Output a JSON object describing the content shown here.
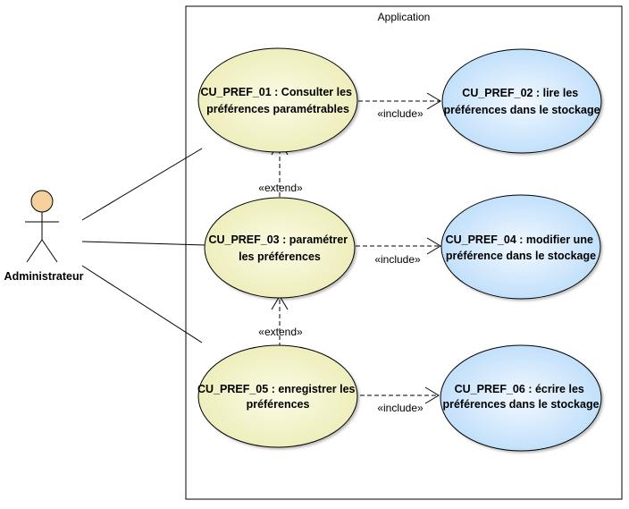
{
  "system": {
    "title": "Application"
  },
  "actor": {
    "name": "Administrateur"
  },
  "use_cases": [
    {
      "id": "uc01",
      "lines": [
        "CU_PREF_01 : Consulter les",
        "préférences paramétrables"
      ]
    },
    {
      "id": "uc02",
      "lines": [
        "CU_PREF_02 : lire les",
        "préférences dans le stockage"
      ]
    },
    {
      "id": "uc03",
      "lines": [
        "CU_PREF_03 : paramétrer",
        "les préférences"
      ]
    },
    {
      "id": "uc04",
      "lines": [
        "CU_PREF_04 : modifier une",
        "préférence dans le stockage"
      ]
    },
    {
      "id": "uc05",
      "lines": [
        "CU_PREF_05 : enregistrer les",
        "préférences"
      ]
    },
    {
      "id": "uc06",
      "lines": [
        "CU_PREF_06 : écrire les",
        "préférences dans le stockage"
      ]
    }
  ],
  "relations": {
    "include_label": "«include»",
    "extend_label": "«extend»"
  },
  "colors": {
    "yellow_fill_light": "#fbfbe6",
    "yellow_fill_dark": "#ecebb4",
    "blue_fill_light": "#f2f8ff",
    "blue_fill_dark": "#b8dbfa",
    "actor_head": "#f5cf9c",
    "stroke": "#000000"
  }
}
